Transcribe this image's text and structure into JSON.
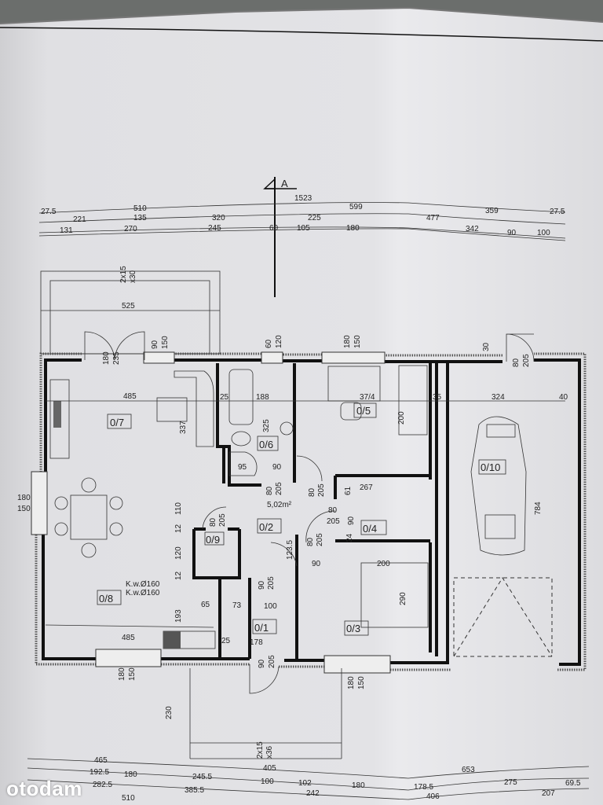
{
  "section_marker": "A",
  "top_dimensions": {
    "overall": "1523",
    "row1": [
      "27.5",
      "510",
      "599",
      "359",
      "27.5"
    ],
    "row2": [
      "221",
      "135",
      "320",
      "225",
      "477"
    ],
    "row3": [
      "131",
      "270",
      "245",
      "60",
      "105",
      "180",
      "342",
      "90",
      "100"
    ]
  },
  "bottom_dimensions": {
    "row1": [
      "465",
      "405",
      "653"
    ],
    "row2": [
      "192.5",
      "180",
      "245.5",
      "100",
      "102",
      "180",
      "178.5",
      "275",
      "69.5"
    ],
    "row3": [
      "282.5",
      "385.5",
      "242",
      "406",
      "207",
      "510"
    ]
  },
  "terrace": {
    "width": "525",
    "steps": "2x15",
    "steps_depth": "x30"
  },
  "rooms": [
    {
      "id": "0/7"
    },
    {
      "id": "0/6"
    },
    {
      "id": "0/5"
    },
    {
      "id": "0/4"
    },
    {
      "id": "0/10"
    },
    {
      "id": "0/2"
    },
    {
      "id": "0/9"
    },
    {
      "id": "0/8"
    },
    {
      "id": "0/1"
    },
    {
      "id": "0/3"
    }
  ],
  "hall_area": "5,02m²",
  "openings": {
    "terrace_door": [
      "180",
      "235"
    ],
    "window_living_top": [
      "90",
      "150"
    ],
    "window_bath": [
      "60",
      "120"
    ],
    "window_office": [
      "180",
      "150"
    ],
    "garage_side_door": [
      "80",
      "205"
    ],
    "garage_side_offset": "30",
    "window_living_left": [
      "180",
      "150"
    ],
    "window_kitchen": [
      "180",
      "150"
    ],
    "window_bedroom": [
      "180",
      "150"
    ],
    "entry_door": [
      "90",
      "205"
    ],
    "bath_door": [
      "80",
      "205"
    ],
    "hall_door_a": [
      "80",
      "205"
    ],
    "hall_door_b": [
      "80",
      "205"
    ],
    "room4_door": [
      "80",
      "205"
    ],
    "wc_door": [
      "80",
      "205"
    ],
    "vestibule_door": [
      "90",
      "205"
    ]
  },
  "inner_dimensions": {
    "living_width": "485",
    "living_depth": "337",
    "bath_width": "188",
    "bath_depth": "325",
    "wall_25": "25",
    "shower": "95",
    "bath_door_w": "90",
    "office_wall": "35",
    "garage_width": "324",
    "garage_wall": "40",
    "garage_depth": "784",
    "wardrobe": "200",
    "storage_width": "267",
    "storage_61": "61",
    "storage_90": "90",
    "storage_24": "24",
    "hall_depth": "123.5",
    "hall_110": "110",
    "hall_12": "12",
    "wc_120": "120",
    "wc_12b": "12",
    "kitchen_193": "193",
    "kitchen_65": "65",
    "kitchen_485": "485",
    "vest_73": "73",
    "vest_100": "100",
    "vest_178": "178",
    "vest_25": "25",
    "bed_width": "200",
    "bed_length": "290",
    "bedroom_door_90": "90",
    "desk": "37/4",
    "front_path": "230",
    "entry_steps": "2x15",
    "entry_steps_depth": "x36"
  },
  "chimney_labels": [
    "K.w.Ø160",
    "K.w.Ø160"
  ],
  "watermark": "otodam"
}
